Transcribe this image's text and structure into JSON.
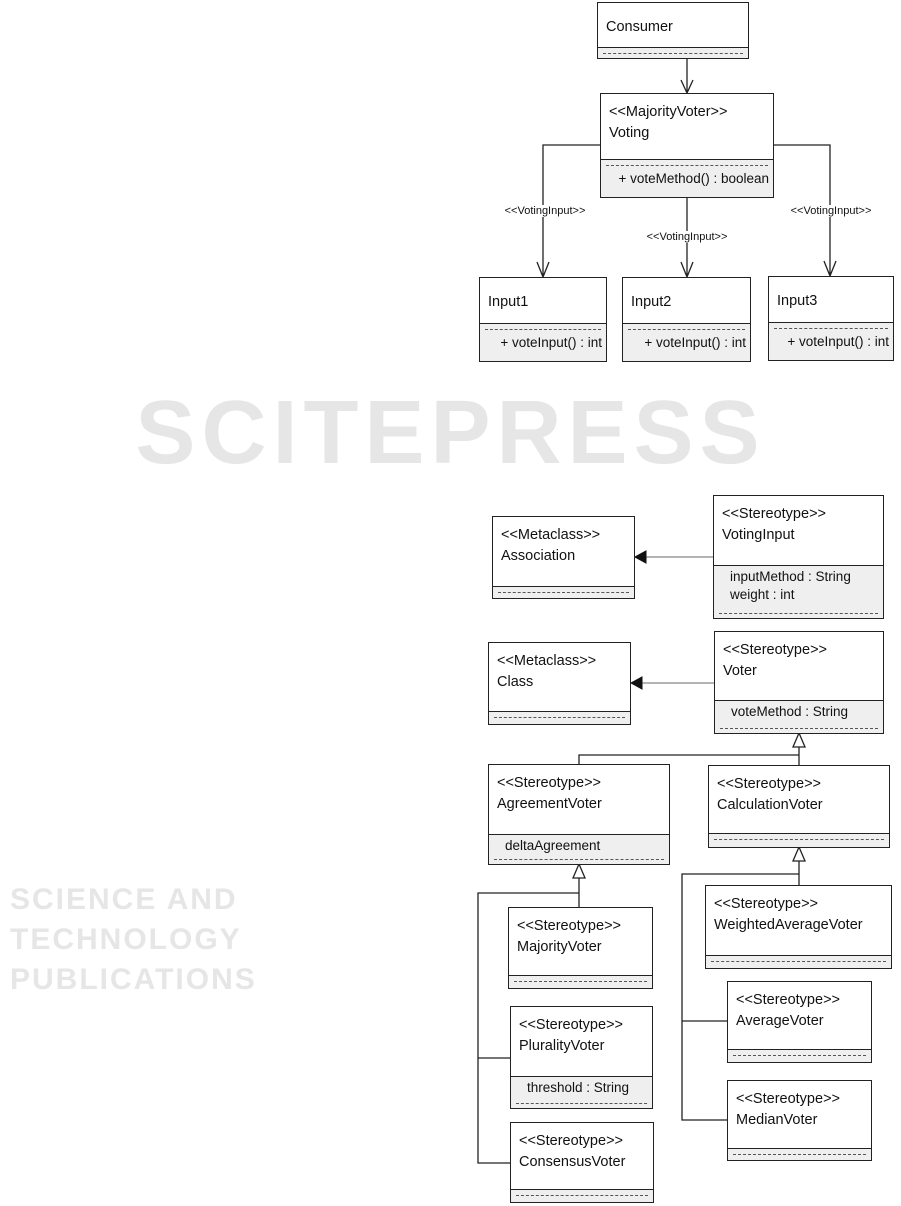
{
  "watermark": {
    "title": "SCITEPRESS",
    "subtitle": "SCIENCE AND TECHNOLOGY PUBLICATIONS"
  },
  "top_diagram": {
    "classes": {
      "consumer": {
        "name": "Consumer",
        "members": []
      },
      "voting": {
        "stereotype": "<<MajorityVoter>>",
        "name": "Voting",
        "members": [
          "+ voteMethod() : boolean"
        ]
      },
      "input1": {
        "name": "Input1",
        "members": [
          "+ voteInput() : int"
        ]
      },
      "input2": {
        "name": "Input2",
        "members": [
          "+ voteInput() : int"
        ]
      },
      "input3": {
        "name": "Input3",
        "members": [
          "+ voteInput() : int"
        ]
      }
    },
    "association_labels": [
      "<<VotingInput>>",
      "<<VotingInput>>",
      "<<VotingInput>>"
    ]
  },
  "profile_diagram": {
    "classes": {
      "association": {
        "stereotype": "<<Metaclass>>",
        "name": "Association",
        "members": []
      },
      "votinginput": {
        "stereotype": "<<Stereotype>>",
        "name": "VotingInput",
        "members": [
          "inputMethod : String",
          "weight : int"
        ]
      },
      "class": {
        "stereotype": "<<Metaclass>>",
        "name": "Class",
        "members": []
      },
      "voter": {
        "stereotype": "<<Stereotype>>",
        "name": "Voter",
        "members": [
          "voteMethod : String"
        ]
      },
      "agreementvoter": {
        "stereotype": "<<Stereotype>>",
        "name": "AgreementVoter",
        "members": [
          "deltaAgreement"
        ]
      },
      "calculationvoter": {
        "stereotype": "<<Stereotype>>",
        "name": "CalculationVoter",
        "members": []
      },
      "majorityvoter": {
        "stereotype": "<<Stereotype>>",
        "name": "MajorityVoter",
        "members": []
      },
      "pluralityvoter": {
        "stereotype": "<<Stereotype>>",
        "name": "PluralityVoter",
        "members": [
          "threshold : String"
        ]
      },
      "consensusvoter": {
        "stereotype": "<<Stereotype>>",
        "name": "ConsensusVoter",
        "members": []
      },
      "weightedaveragevoter": {
        "stereotype": "<<Stereotype>>",
        "name": "WeightedAverageVoter",
        "members": []
      },
      "averagevoter": {
        "stereotype": "<<Stereotype>>",
        "name": "AverageVoter",
        "members": []
      },
      "medianvoter": {
        "stereotype": "<<Stereotype>>",
        "name": "MedianVoter",
        "members": []
      }
    }
  }
}
